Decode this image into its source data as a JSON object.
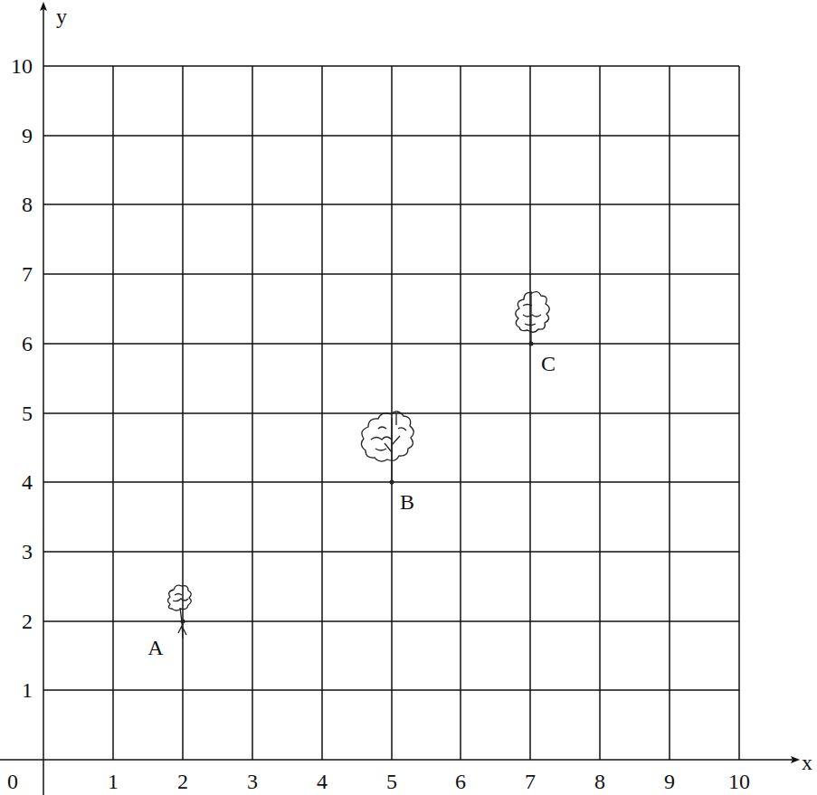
{
  "diagram": {
    "labels": [
      "y",
      "10",
      "9",
      "8",
      "7",
      "6",
      "5",
      "4",
      "3",
      "2",
      "1",
      "C",
      "B",
      "A",
      "0",
      "1",
      "2",
      "3",
      "4",
      "5",
      "6",
      "7",
      "8",
      "9",
      "10",
      "x"
    ]
  }
}
